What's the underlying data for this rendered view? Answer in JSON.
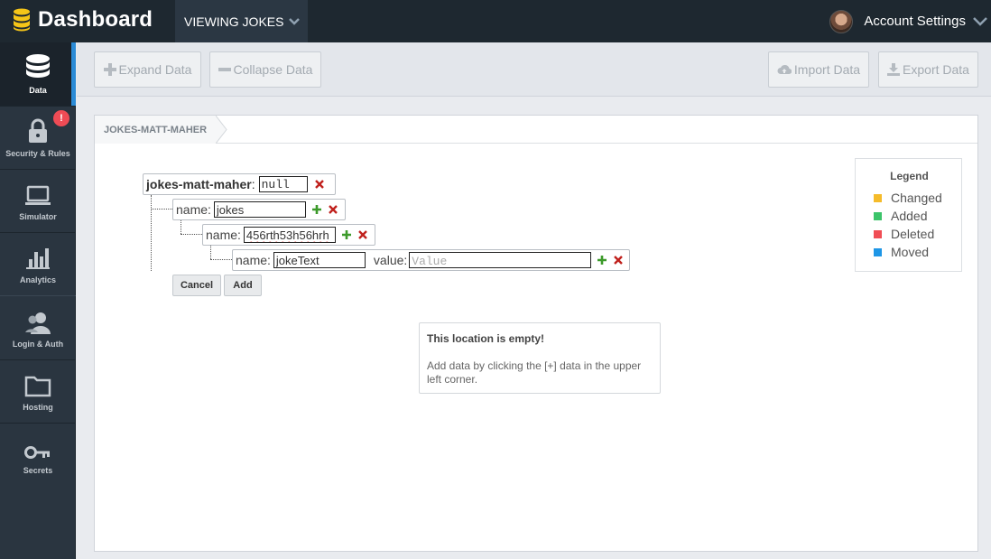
{
  "header": {
    "brand": "Dashboard",
    "viewing_label": "VIEWING JOKES",
    "account_label": "Account Settings"
  },
  "sidebar": {
    "items": [
      {
        "label": "Data",
        "icon": "database-icon",
        "active": true
      },
      {
        "label": "Security & Rules",
        "icon": "lock-icon",
        "badge": "!"
      },
      {
        "label": "Simulator",
        "icon": "laptop-icon"
      },
      {
        "label": "Analytics",
        "icon": "bar-chart-icon"
      },
      {
        "label": "Login & Auth",
        "icon": "users-icon"
      },
      {
        "label": "Hosting",
        "icon": "folder-icon"
      },
      {
        "label": "Secrets",
        "icon": "key-icon"
      }
    ]
  },
  "toolbar": {
    "expand_label": "Expand Data",
    "collapse_label": "Collapse Data",
    "import_label": "Import Data",
    "export_label": "Export Data"
  },
  "breadcrumb": {
    "label": "JOKES-MATT-MAHER"
  },
  "tree": {
    "root_key": "jokes-matt-maher",
    "root_separator": ":",
    "root_value": "null",
    "name_label": "name:",
    "value_label": "value:",
    "level1_name": "jokes",
    "level2_name": "456rth53h56hrh",
    "level3_name": "jokeText",
    "level3_value_placeholder": "Value",
    "cancel_label": "Cancel",
    "add_label": "Add"
  },
  "legend": {
    "title": "Legend",
    "items": [
      {
        "label": "Changed",
        "color": "#f5bb2a"
      },
      {
        "label": "Added",
        "color": "#3cc46a"
      },
      {
        "label": "Deleted",
        "color": "#f04e55"
      },
      {
        "label": "Moved",
        "color": "#1e96e6"
      }
    ]
  },
  "empty_notice": {
    "title": "This location is empty!",
    "body": "Add data by clicking the [+] data in the upper left corner."
  },
  "colors": {
    "topbar": "#1e2830",
    "sidebar": "#2a3540",
    "active_accent": "#2b8bd6",
    "badge": "#ef4b55",
    "plus": "#3c9a2a",
    "remove": "#c0201c"
  }
}
